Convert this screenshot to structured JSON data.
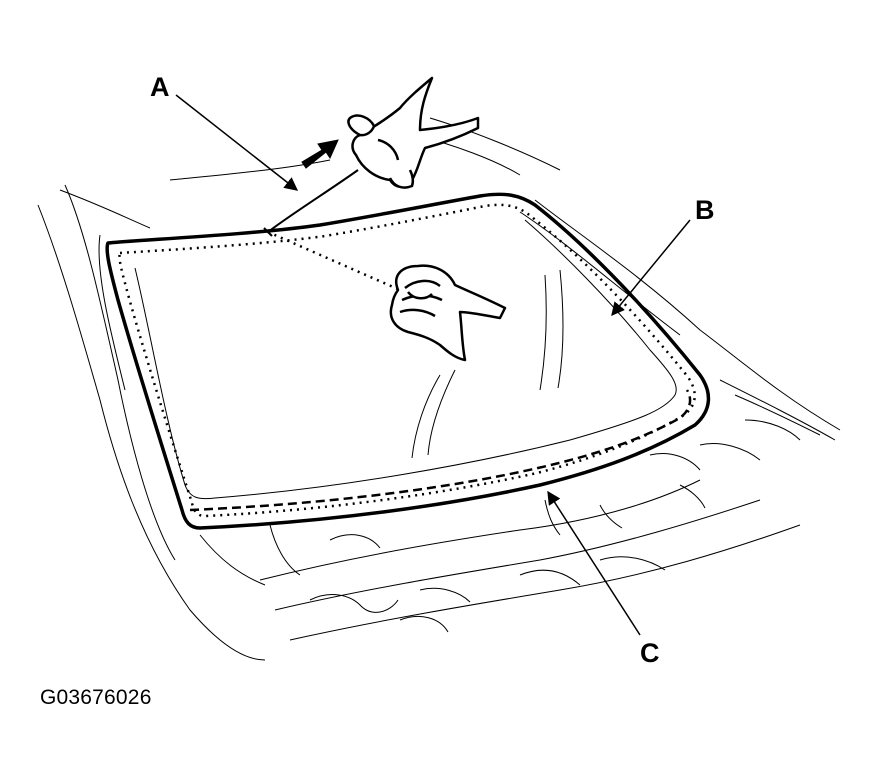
{
  "callouts": {
    "a": "A",
    "b": "B",
    "c": "C"
  },
  "figure_code": "G03676026",
  "colors": {
    "ink": "#000000",
    "paper": "#ffffff"
  }
}
